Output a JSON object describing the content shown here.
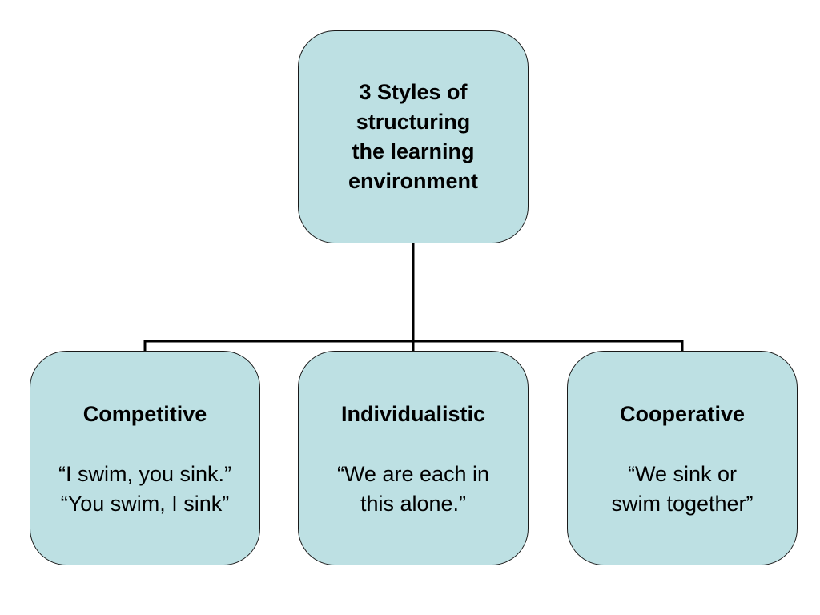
{
  "colors": {
    "node_fill": "#bde0e3",
    "node_border": "#1a1a1a",
    "connector": "#000000"
  },
  "root": {
    "title": "3 Styles of\nstructuring\nthe learning\nenvironment"
  },
  "children": [
    {
      "title": "Competitive",
      "quote": "“I swim, you sink.”\n“You swim, I sink”"
    },
    {
      "title": "Individualistic",
      "quote": "“We are each in\nthis alone.”"
    },
    {
      "title": "Cooperative",
      "quote": "“We sink or\nswim together”"
    }
  ]
}
